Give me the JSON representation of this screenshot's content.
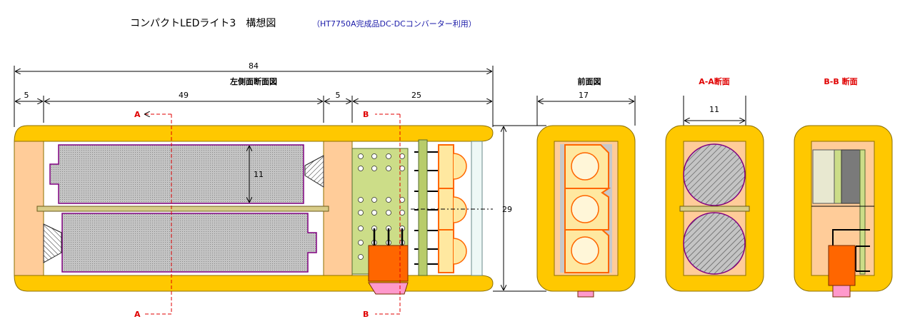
{
  "title": "コンパクトLEDライト3　構想図",
  "subtitle": "（HT7750A完成品DC-DCコンバーター利用）",
  "views": {
    "side": "左側面断面図",
    "front": "前面図",
    "aa": "A-A断面",
    "bb": "B-B 断面"
  },
  "dims": {
    "total": "84",
    "end_left": "5",
    "battery": "49",
    "gap": "5",
    "head": "25",
    "height": "29",
    "battery_dia": "11",
    "front_width": "17",
    "aa_width": "11"
  },
  "section_marks": {
    "a": "A",
    "b": "B"
  },
  "colors": {
    "case": "#ffc800",
    "case_border": "#8c7000",
    "inner": "#ffcc99",
    "battery": "#c0c0c0",
    "battery_border": "#800080",
    "pcb": "#ccdd88",
    "converter": "#ff6600",
    "led": "#ffe8a0",
    "section_line": "#e00000"
  }
}
